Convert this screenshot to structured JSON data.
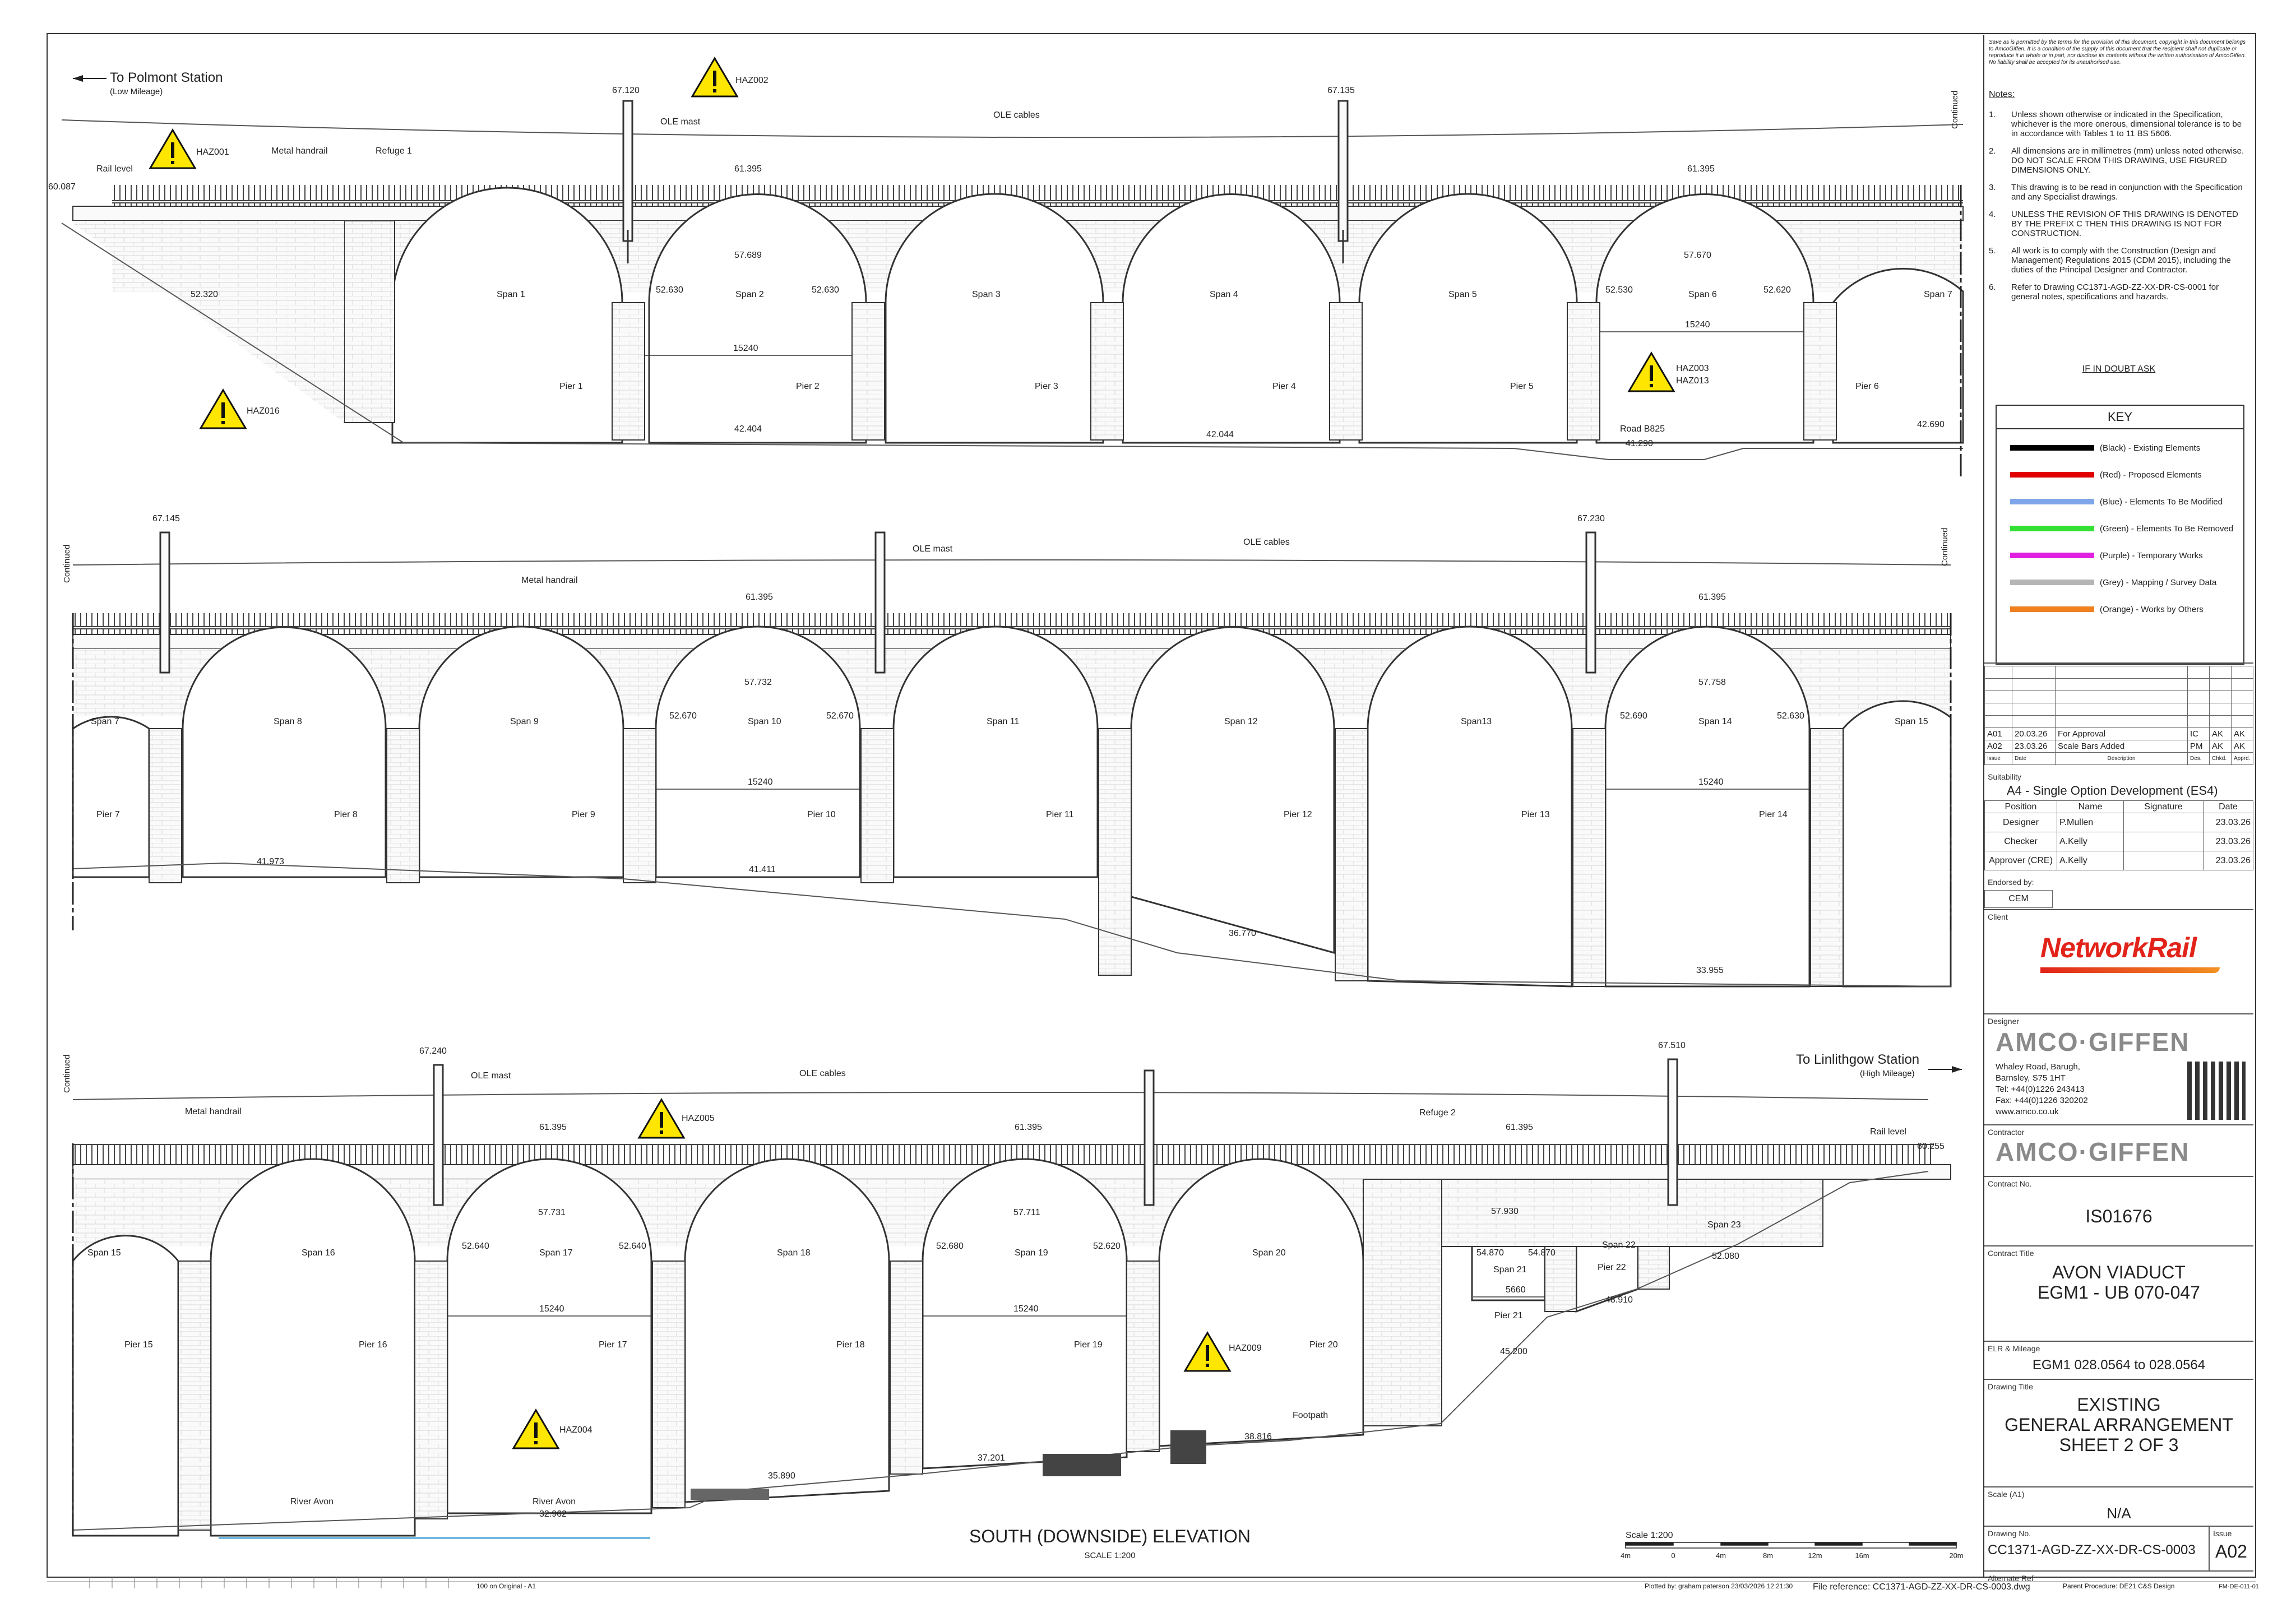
{
  "drawing": {
    "title": "SOUTH (DOWNSIDE) ELEVATION",
    "scale": "SCALE 1:200",
    "scale_bar_title": "Scale 1:200",
    "scale_bar_ticks": [
      "4m",
      "0",
      "4m",
      "8m",
      "12m",
      "16m",
      "20m"
    ],
    "to_polmont": "To Polmont Station",
    "low_mileage": "(Low Mileage)",
    "to_linlithgow": "To Linlithgow Station",
    "high_mileage": "(High Mileage)",
    "continued": "Continued",
    "bottom_scale_text": "100 on Original - A1",
    "plotted_by": "Plotted by: graham paterson 23/03/2026 12:21:30",
    "file_reference": "File reference: CC1371-AGD-ZZ-XX-DR-CS-0003.dwg",
    "parent_procedure": "Parent Procedure: DE21 C&S Design",
    "form_ref": "FM-DE-011-01"
  },
  "row1": {
    "rail_level": "Rail level",
    "rail_level_value": "60.087",
    "haz": [
      "HAZ001",
      "HAZ002",
      "HAZ016",
      "HAZ003",
      "HAZ013"
    ],
    "labels": {
      "metal_handrail": "Metal handrail",
      "refuge": "Refuge 1",
      "ole_mast": "OLE mast",
      "ole_cables": "OLE cables",
      "road": "Road B825"
    },
    "mast_levels": [
      "67.120",
      "67.135"
    ],
    "deck_levels": [
      "61.395",
      "61.395"
    ],
    "crown_levels": [
      "57.689",
      "57.670"
    ],
    "springing": [
      "52.630",
      "52.630",
      "52.530",
      "52.620"
    ],
    "ground": [
      "52.320",
      "42.404",
      "42.044",
      "41.290",
      "42.690"
    ],
    "dimension": [
      "15240",
      "15240"
    ],
    "spans": [
      "Span 1",
      "Span 2",
      "Span 3",
      "Span 4",
      "Span 5",
      "Span 6",
      "Span 7"
    ],
    "piers": [
      "Pier 1",
      "Pier 2",
      "Pier 3",
      "Pier 4",
      "Pier 5",
      "Pier 6"
    ]
  },
  "row2": {
    "labels": {
      "metal_handrail": "Metal handrail",
      "ole_mast": "OLE mast",
      "ole_cables": "OLE cables"
    },
    "mast_levels": [
      "67.145",
      "67.230"
    ],
    "deck_levels": [
      "61.395",
      "61.395"
    ],
    "crown_levels": [
      "57.732",
      "57.758"
    ],
    "springing": [
      "52.670",
      "52.670",
      "52.690",
      "52.630"
    ],
    "ground": [
      "41.973",
      "41.411",
      "36.770",
      "33.955"
    ],
    "dimension": [
      "15240",
      "15240"
    ],
    "spans": [
      "Span 7",
      "Span 8",
      "Span 9",
      "Span 10",
      "Span 11",
      "Span 12",
      "Span13",
      "Span 14",
      "Span 15"
    ],
    "piers": [
      "Pier 7",
      "Pier 8",
      "Pier 9",
      "Pier 10",
      "Pier 11",
      "Pier 12",
      "Pier 13",
      "Pier 14"
    ]
  },
  "row3": {
    "rail_level": "Rail level",
    "rail_level_value": "60.255",
    "haz": [
      "HAZ005",
      "HAZ004",
      "HAZ009"
    ],
    "labels": {
      "metal_handrail": "Metal handrail",
      "ole_mast": "OLE mast",
      "ole_cables": "OLE cables",
      "refuge": "Refuge 2",
      "footpath": "Footpath",
      "river": "River Avon"
    },
    "mast_levels": [
      "67.240",
      "67.510"
    ],
    "deck_levels": [
      "61.395",
      "61.395",
      "61.395"
    ],
    "crown_levels": [
      "57.731",
      "57.711",
      "57.930"
    ],
    "springing": [
      "52.640",
      "52.640",
      "52.680",
      "52.620",
      "54.870",
      "54.870",
      "52.080"
    ],
    "ground": [
      "32.962",
      "35.890",
      "37.201",
      "38.816",
      "48.910",
      "45.200"
    ],
    "dimension": [
      "15240",
      "15240",
      "5660"
    ],
    "spans": [
      "Span 15",
      "Span 16",
      "Span 17",
      "Span 18",
      "Span 19",
      "Span 20",
      "Span 21",
      "Span 22",
      "Span 23"
    ],
    "piers": [
      "Pier 15",
      "Pier 16",
      "Pier 17",
      "Pier 18",
      "Pier 19",
      "Pier 20",
      "Pier 21",
      "Pier 22"
    ]
  },
  "titleblock": {
    "copyright": "Save as is permitted by the terms for the provision of this document, copyright in this document belongs to AmcoGiffen. It is a condition of the supply of this document that the recipient shall not duplicate or reproduce it in whole or in part, nor disclose its contents without the written authorisation of AmcoGiffen. No liability shall be accepted for its unauthorised use.",
    "notes_title": "Notes:",
    "notes": [
      "Unless shown otherwise or indicated in the Specification, whichever is the more onerous, dimensional tolerance is to be in accordance with Tables 1 to 11 BS 5606.",
      "All dimensions are in millimetres (mm) unless noted otherwise. DO NOT SCALE FROM THIS DRAWING, USE FIGURED DIMENSIONS ONLY.",
      "This drawing is to be read in conjunction with the Specification and any Specialist drawings.",
      "UNLESS THE REVISION OF THIS DRAWING IS DENOTED BY THE PREFIX C THEN THIS DRAWING IS NOT FOR CONSTRUCTION.",
      "All work is to comply with the Construction (Design and Management) Regulations 2015 (CDM 2015), including the duties of the Principal Designer and Contractor.",
      "Refer to Drawing CC1371-AGD-ZZ-XX-DR-CS-0001 for general notes, specifications and hazards."
    ],
    "note_numbers": [
      "1.",
      "2.",
      "3.",
      "4.",
      "5.",
      "6."
    ],
    "if_in_doubt": "IF IN DOUBT ASK",
    "key_title": "KEY",
    "key": [
      {
        "color": "#000000",
        "label": "(Black) - Existing Elements"
      },
      {
        "color": "#e00000",
        "label": "(Red) - Proposed Elements"
      },
      {
        "color": "#7fa6e8",
        "label": "(Blue) - Elements To Be Modified"
      },
      {
        "color": "#33e033",
        "label": "(Green) - Elements To Be Removed"
      },
      {
        "color": "#e020e0",
        "label": "(Purple) - Temporary Works"
      },
      {
        "color": "#b5b5b5",
        "label": "(Grey) - Mapping / Survey Data"
      },
      {
        "color": "#f08020",
        "label": "(Orange) - Works by Others"
      }
    ],
    "revisions": [
      {
        "rev": "A01",
        "date": "20.03.26",
        "desc": "For Approval",
        "des": "IC",
        "chkd": "AK",
        "appd": "AK"
      },
      {
        "rev": "A02",
        "date": "23.03.26",
        "desc": "Scale Bars Added",
        "des": "PM",
        "chkd": "AK",
        "appd": "AK"
      }
    ],
    "rev_headers": [
      "Issue",
      "Date",
      "Description",
      "Des.",
      "Chkd.",
      "Apprd."
    ],
    "suitability_label": "Suitability",
    "suitability": "A4 - Single Option Development (ES4)",
    "sign_headers": [
      "Position",
      "Name",
      "Signature",
      "Date"
    ],
    "signoffs": [
      {
        "position": "Designer",
        "name": "P.Mullen",
        "date": "23.03.26"
      },
      {
        "position": "Checker",
        "name": "A.Kelly",
        "date": "23.03.26"
      },
      {
        "position": "Approver (CRE)",
        "name": "A.Kelly",
        "date": "23.03.26"
      }
    ],
    "endorsed_label": "Endorsed by:",
    "cem": "CEM",
    "client_label": "Client",
    "client": "NetworkRail",
    "designer_label": "Designer",
    "designer_logo": "AMCO·GIFFEN",
    "address": [
      "Whaley Road, Barugh,",
      "Barnsley, S75 1HT",
      "Tel: +44(0)1226 243413",
      "Fax: +44(0)1226 320202",
      "www.amco.co.uk"
    ],
    "contractor_label": "Contractor",
    "contractor_logo": "AMCO·GIFFEN",
    "contract_no_label": "Contract No.",
    "contract_no": "IS01676",
    "contract_title_label": "Contract Title",
    "contract_title": [
      "AVON VIADUCT",
      "EGM1 - UB 070-047"
    ],
    "elr_label": "ELR & Mileage",
    "elr": "EGM1 028.0564 to 028.0564",
    "drawing_title_label": "Drawing Title",
    "drawing_title": [
      "EXISTING",
      "GENERAL ARRANGEMENT",
      "SHEET 2 OF 3"
    ],
    "scale_label": "Scale (A1)",
    "scale": "N/A",
    "drawing_no_label": "Drawing No.",
    "drawing_no": "CC1371-AGD-ZZ-XX-DR-CS-0003",
    "issue_label": "Issue",
    "issue": "A02",
    "alternate_label": "Alternate Ref"
  }
}
